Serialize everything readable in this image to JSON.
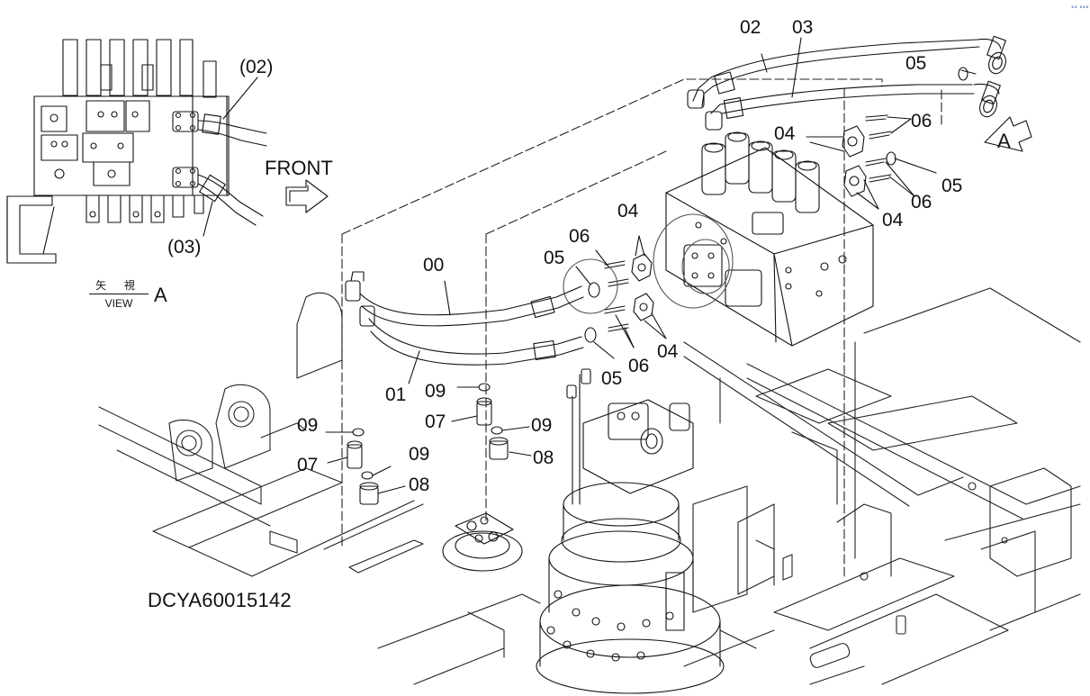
{
  "view_label": {
    "kanji": "矢 視",
    "view": "VIEW",
    "letter": "A"
  },
  "inset_callouts": {
    "hose_02": "(02)",
    "hose_03": "(03)"
  },
  "front_label": "FRONT",
  "arrow_a_label": "A",
  "drawing_code": "DCYA60015142",
  "corner_mark": "°° °°°",
  "callouts": {
    "hose_02": "02",
    "hose_03": "03",
    "hose_00": "00",
    "hose_01": "01",
    "oring_05_top": "05",
    "oring_05_right": "05",
    "oring_05_mid": "05",
    "oring_05_lower": "05",
    "flange_04_top": "04",
    "flange_04_right": "04",
    "flange_04_mid": "04",
    "flange_04_lower": "04",
    "bolt_06_top": "06",
    "bolt_06_right": "06",
    "bolt_06_mid": "06",
    "bolt_06_lower": "06",
    "elbow_07_left": "07",
    "elbow_07_right": "07",
    "adapter_08_left": "08",
    "adapter_08_right": "08",
    "oring_09_a": "09",
    "oring_09_b": "09",
    "oring_09_c": "09",
    "oring_09_d": "09"
  }
}
